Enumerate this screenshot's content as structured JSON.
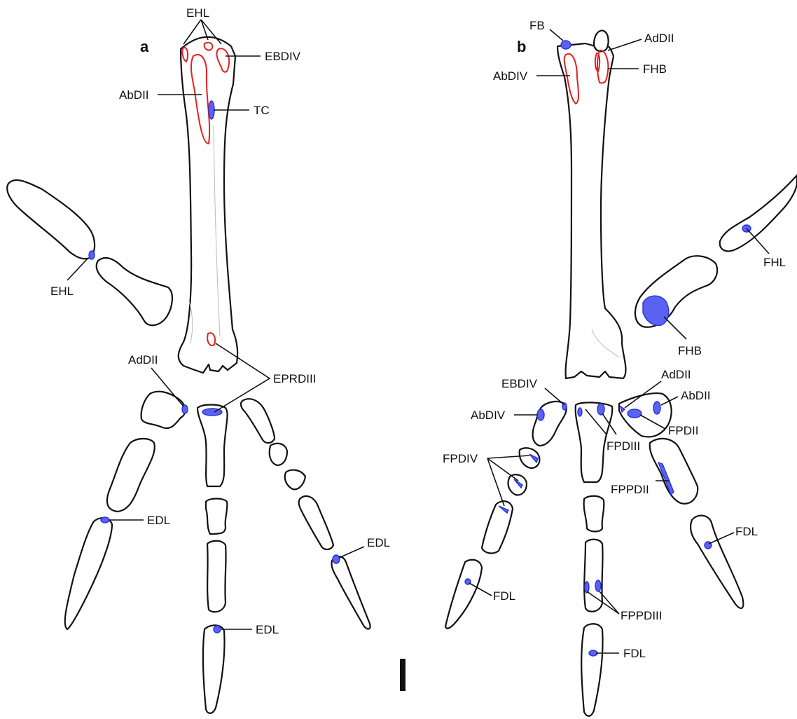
{
  "panels": {
    "a": "a",
    "b": "b"
  },
  "colors": {
    "origin": "#e32020",
    "insertion": "#5a63f0",
    "bone_outline": "#111111"
  },
  "labels_a": {
    "ehl_top": "EHL",
    "ebdiv": "EBDIV",
    "abdii": "AbDII",
    "tc": "TC",
    "ehl_hallux": "EHL",
    "adhii": "AdDII",
    "eprdiii": "EPRDIII",
    "edl_ii": "EDL",
    "edl_iv": "EDL",
    "edl_iii": "EDL"
  },
  "labels_b": {
    "fb": "FB",
    "addii": "AdDII",
    "abdiv": "AbDIV",
    "fhb_top": "FHB",
    "fhl": "FHL",
    "fhb_hallux": "FHB",
    "ebdiv": "EBDIV",
    "addii_low": "AdDII",
    "abdii": "AbDII",
    "abdiv_low": "AbDIV",
    "fpdiii": "FPDIII",
    "fpdii": "FPDII",
    "fpdiv": "FPDIV",
    "fppdii": "FPPDII",
    "fdl_ii": "FDL",
    "fdl_iv": "FDL",
    "fppdiii": "FPPDIII",
    "fdl_iii": "FDL"
  }
}
